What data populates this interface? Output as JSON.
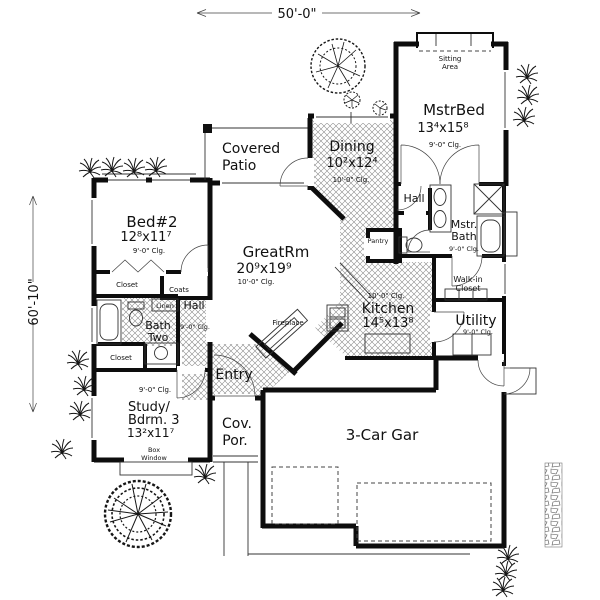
{
  "plan": {
    "dim_top": "50'-0\"",
    "dim_left": "60'-10\"",
    "labels": {
      "covered_patio_1": "Covered",
      "covered_patio_2": "Patio",
      "dining_name": "Dining",
      "dining_size": "10²x12⁴",
      "dining_clg": "10'-0\" Clg.",
      "mstrbed_name": "MstrBed",
      "mstrbed_size": "13⁴x15⁸",
      "mstrbed_clg": "9'-0\" Clg.",
      "sitting_1": "Sitting",
      "sitting_2": "Area",
      "hall_right": "Hall",
      "mstrbath_1": "Mstr.",
      "mstrbath_2": "Bath",
      "mstrbath_clg": "9'-0\" Clg.",
      "pantry": "Pantry",
      "walkin_1": "Walk-in",
      "walkin_2": "Closet",
      "bed2_name": "Bed#2",
      "bed2_size": "12⁸x11⁷",
      "bed2_clg": "9'-0\" Clg.",
      "greatrm_name": "GreatRm",
      "greatrm_size": "20⁹x19⁹",
      "greatrm_clg": "10'-0\" Clg.",
      "kitchen_clg": "10'-0\" Clg.",
      "kitchen_name": "Kitchen",
      "kitchen_size": "14⁵x13⁸",
      "utility_name": "Utility",
      "utility_clg": "9'-0\" Clg.",
      "closet_bed2": "Closet",
      "coats": "Coats",
      "linen": "Linen",
      "hall_left": "Hall",
      "bathtwo_1": "Bath",
      "bathtwo_2": "Two",
      "bathtwo_clg": "9'-0\" Clg.",
      "closet_study": "Closet",
      "entry": "Entry",
      "study_clg": "9'-0\" Clg.",
      "study_1": "Study/",
      "study_2": "Bdrm. 3",
      "study_size": "13²x11⁷",
      "boxwin_1": "Box",
      "boxwin_2": "Window",
      "covpor_1": "Cov.",
      "covpor_2": "Por.",
      "garage": "3-Car Gar",
      "fireplace": "Fireplace"
    }
  }
}
